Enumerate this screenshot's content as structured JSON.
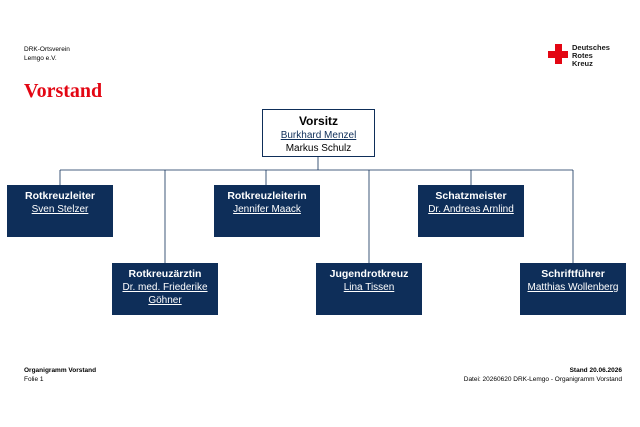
{
  "header": {
    "org_line1": "DRK-Ortsverein",
    "org_line2": "Lemgo e.V.",
    "logo_line1": "Deutsches",
    "logo_line2": "Rotes",
    "logo_line3": "Kreuz"
  },
  "title": "Vorstand",
  "chair": {
    "role": "Vorsitz",
    "name1": "Burkhard Menzel",
    "name2": "Markus Schulz"
  },
  "boxes": [
    {
      "role": "Rotkreuzleiter",
      "name": "Sven Stelzer"
    },
    {
      "role": "Rotkreuzärztin",
      "name": "Dr. med. Friederike Göhner"
    },
    {
      "role": "Rotkreuzleiterin",
      "name": "Jennifer Maack"
    },
    {
      "role": "Jugendrotkreuz",
      "name": "Lina Tissen"
    },
    {
      "role": "Schatzmeister",
      "name": "Dr. Andreas Arnlind"
    },
    {
      "role": "Schriftführer",
      "name": "Matthias Wollenberg"
    }
  ],
  "footer": {
    "left_title": "Organigramm Vorstand",
    "left_sub": "Folie 1",
    "right_title": "Stand 20.06.2026",
    "right_sub": "Datei: 20260620 DRK-Lemgo - Organigramm Vorstand"
  },
  "colors": {
    "box_fill": "#0e2e59",
    "accent_red": "#e30613",
    "line": "#0e2e59"
  }
}
